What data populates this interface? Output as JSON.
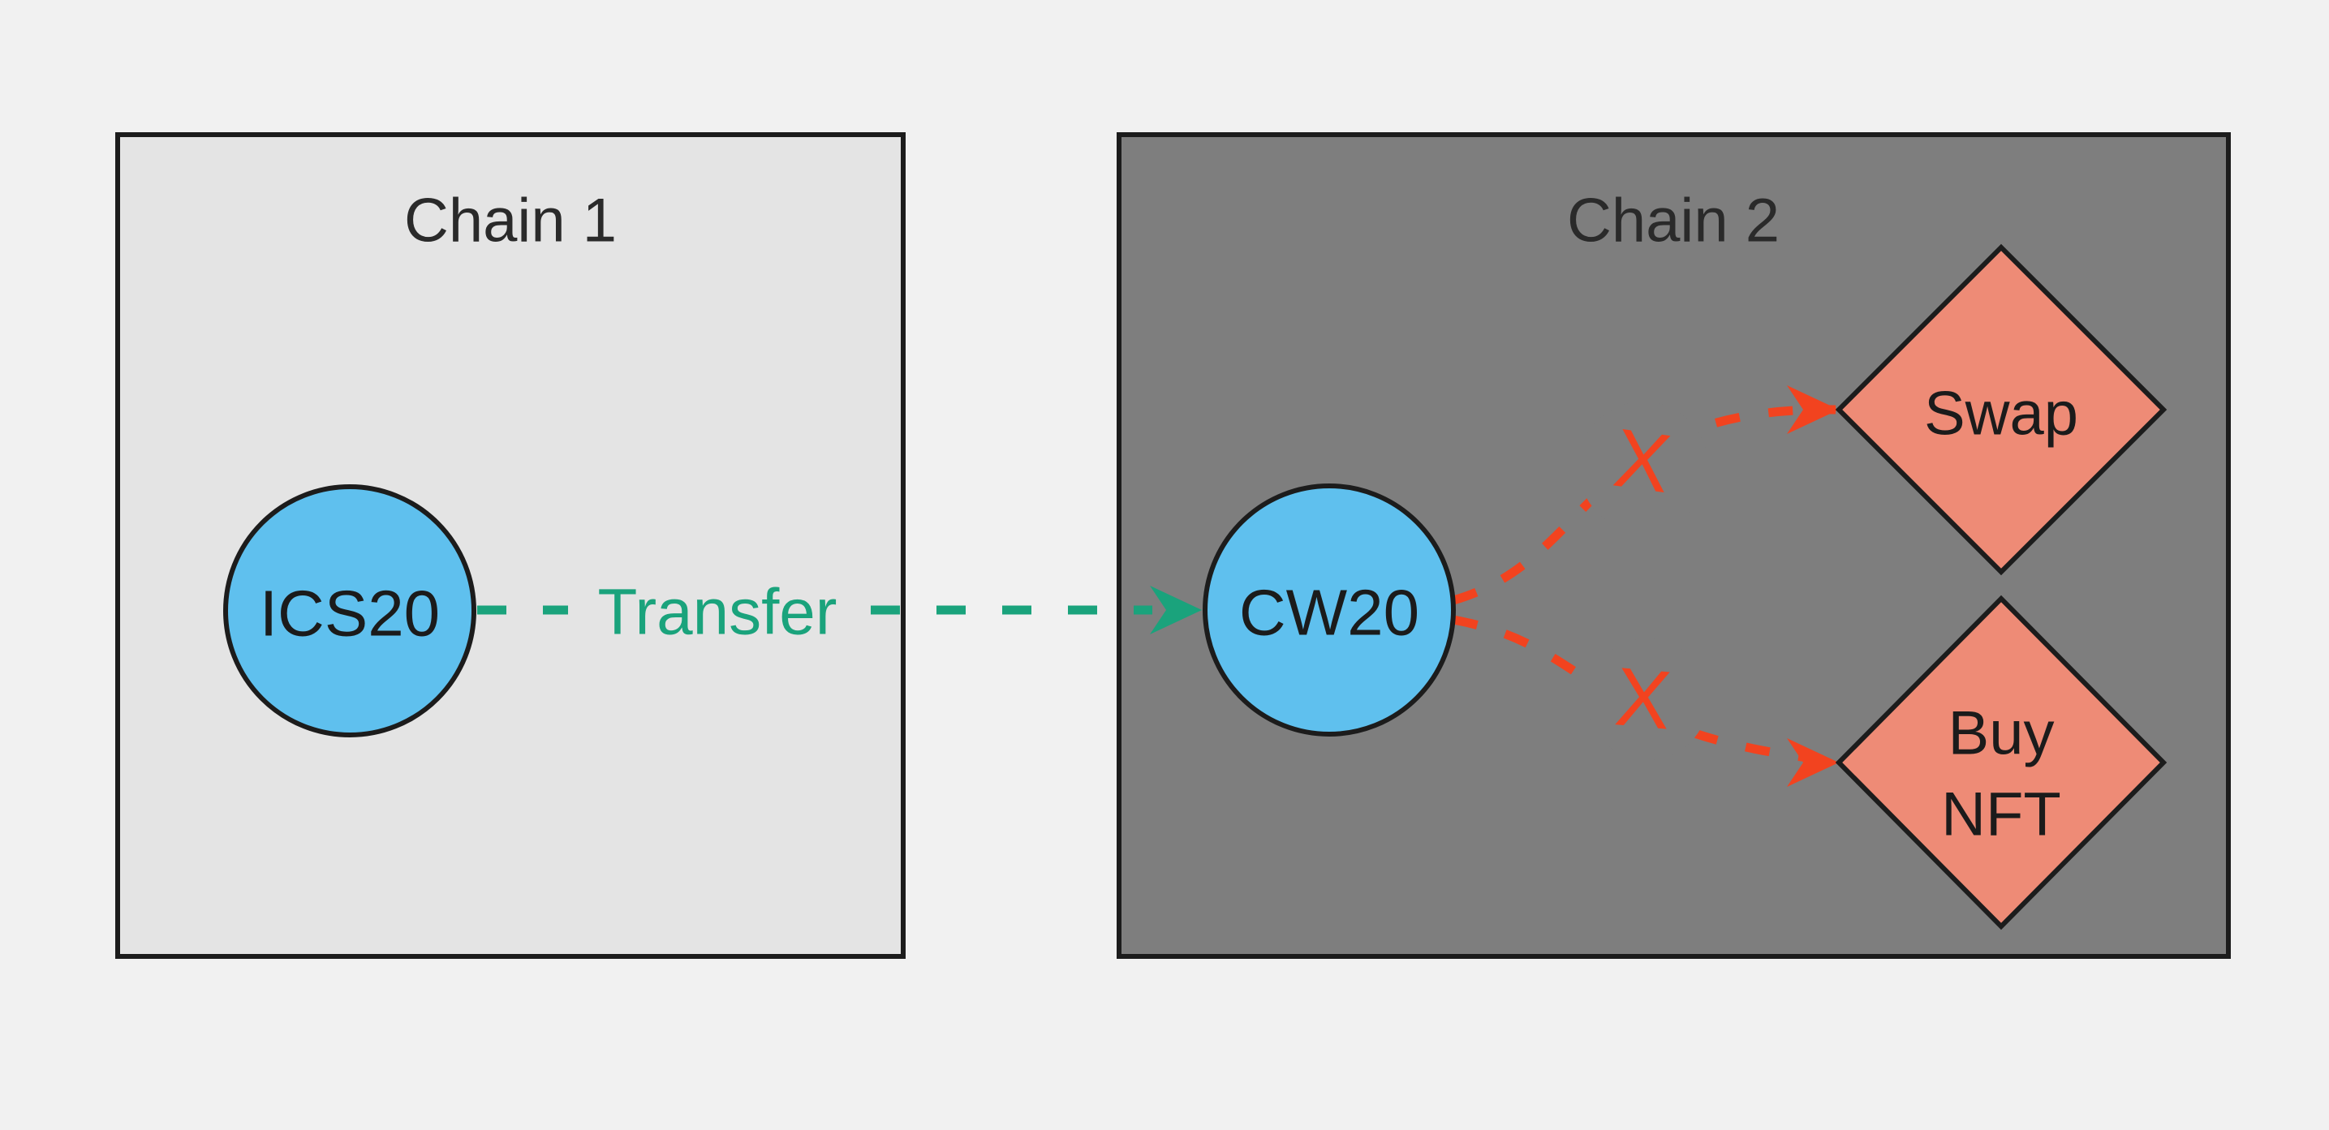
{
  "colors": {
    "background": "#f1f1f1",
    "chain1_fill": "#e4e4e4",
    "chain2_fill": "#7e7e7e",
    "token_node_fill": "#5fc0ee",
    "action_node_fill": "#ee8b76",
    "outline": "#1c1c1c",
    "title_text": "#2a2a2a",
    "node_text": "#1b1b1b",
    "transfer_green": "#1aa37c",
    "blocked_red": "#f2431f"
  },
  "chains": [
    {
      "label": "Chain 1"
    },
    {
      "label": "Chain 2"
    }
  ],
  "nodes": [
    {
      "id": "ics20",
      "label": "ICS20",
      "shape": "circle",
      "chain": "Chain 1"
    },
    {
      "id": "cw20",
      "label": "CW20",
      "shape": "circle",
      "chain": "Chain 2"
    },
    {
      "id": "swap",
      "label": "Swap",
      "shape": "diamond",
      "chain": "Chain 2"
    },
    {
      "id": "buy_nft",
      "label_line1": "Buy",
      "label_line2": "NFT",
      "shape": "diamond",
      "chain": "Chain 2"
    }
  ],
  "edges": [
    {
      "from": "ICS20",
      "to": "CW20",
      "label": "Transfer",
      "style": "dashed-arrow",
      "status": "allowed"
    },
    {
      "from": "CW20",
      "to": "Swap",
      "label": "X",
      "style": "dashed-arrow",
      "status": "blocked"
    },
    {
      "from": "CW20",
      "to": "Buy NFT",
      "label": "X",
      "style": "dashed-arrow",
      "status": "blocked"
    }
  ]
}
